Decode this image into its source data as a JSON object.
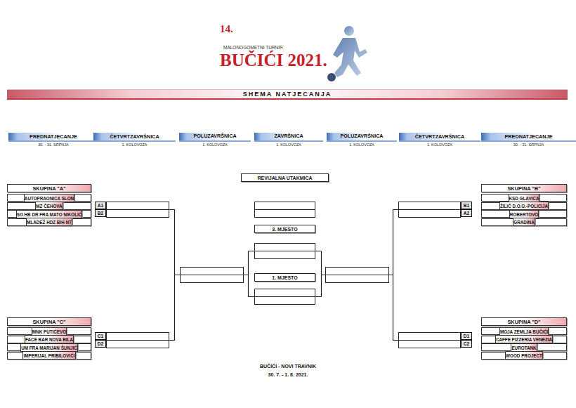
{
  "diagram": {
    "title": "BUČIĆI 2021.",
    "nodes": [
      {
        "text": [
          "SHEMA NATJECANJA"
        ]
      },
      {
        "text": [
          "PREDNATJECANJE",
          "30. - 31. SRPNJA"
        ]
      },
      {
        "text": [
          "ČETVRTZAVRŠNICA",
          "1. KOLOVOZA"
        ]
      },
      {
        "text": [
          "POLUZAVRŠNICA",
          "1. KOLOVOZA"
        ]
      },
      {
        "text": [
          "ZAVRŠNICA",
          "1. KOLOVOZA"
        ]
      },
      {
        "text": [
          "POLUZAVRŠNICA",
          "1. KOLOVOZA"
        ]
      },
      {
        "text": [
          "ČETVRTZAVRŠNICA",
          "1. KOLOVOZA"
        ]
      },
      {
        "text": [
          "PREDNATJECANJE",
          "30. - 31. SRPNJA"
        ]
      },
      {
        "text": [
          "REVIJALNA UTAKMICA"
        ]
      },
      {
        "text": [
          "SKUPINA \"A\""
        ]
      },
      {
        "text": [
          "AUTOPRAONICA SLON"
        ],
        "in": 9
      },
      {
        "text": [
          "MZ ČEHOVA"
        ],
        "in": 9
      },
      {
        "text": [
          "SO HB DR FRA MATO NIKOLIĆ"
        ],
        "in": 9
      },
      {
        "text": [
          "MLADEŽ HDZ BIH NT"
        ],
        "in": 9
      },
      {
        "text": [
          "SKUPINA \"B\""
        ]
      },
      {
        "text": [
          "KSD GLAVICA"
        ],
        "in": 14
      },
      {
        "text": [
          "ŽILIĆ D.O.O.-POLICIJA"
        ],
        "in": 14
      },
      {
        "text": [
          "ROBERTOVO"
        ],
        "in": 14
      },
      {
        "text": [
          "GRADINA"
        ],
        "in": 14
      },
      {
        "text": [
          "A1"
        ]
      },
      {
        "text": [
          "B2"
        ]
      },
      {
        "text": [
          "B1"
        ]
      },
      {
        "text": [
          "A2"
        ]
      },
      {
        "text": [
          "3. MJESTO"
        ]
      },
      {
        "text": [
          "1. MJESTO"
        ]
      },
      {
        "text": [
          "SKUPINA \"C\""
        ]
      },
      {
        "text": [
          "MNK PUTIĆEVO"
        ],
        "in": 25
      },
      {
        "text": [
          "FACE BAR NOVA BILA"
        ],
        "in": 25
      },
      {
        "text": [
          "UM FRA MARIJAN ŠUNJIĆ"
        ],
        "in": 25
      },
      {
        "text": [
          "IMPERIJAL PRIBILOVIĆI"
        ],
        "in": 25
      },
      {
        "text": [
          "SKUPINA \"D\""
        ]
      },
      {
        "text": [
          "MOJA ZEMLJA BUČIĆI"
        ],
        "in": 30
      },
      {
        "text": [
          "CAFFE PIZZERIA VENEZIA"
        ],
        "in": 30
      },
      {
        "text": [
          "EUROTANK"
        ],
        "in": 30
      },
      {
        "text": [
          "WOOD PROJECT"
        ],
        "in": 30
      },
      {
        "text": [
          "C1"
        ]
      },
      {
        "text": [
          "D2"
        ]
      },
      {
        "text": [
          "D1"
        ]
      },
      {
        "text": [
          "C2"
        ]
      }
    ],
    "labels": [
      "14.",
      "MALONOGOMETNI TURNIR",
      "BUČIĆI - NOVI TRAVNIK",
      "30. 7. - 1. 8. 2021."
    ]
  }
}
